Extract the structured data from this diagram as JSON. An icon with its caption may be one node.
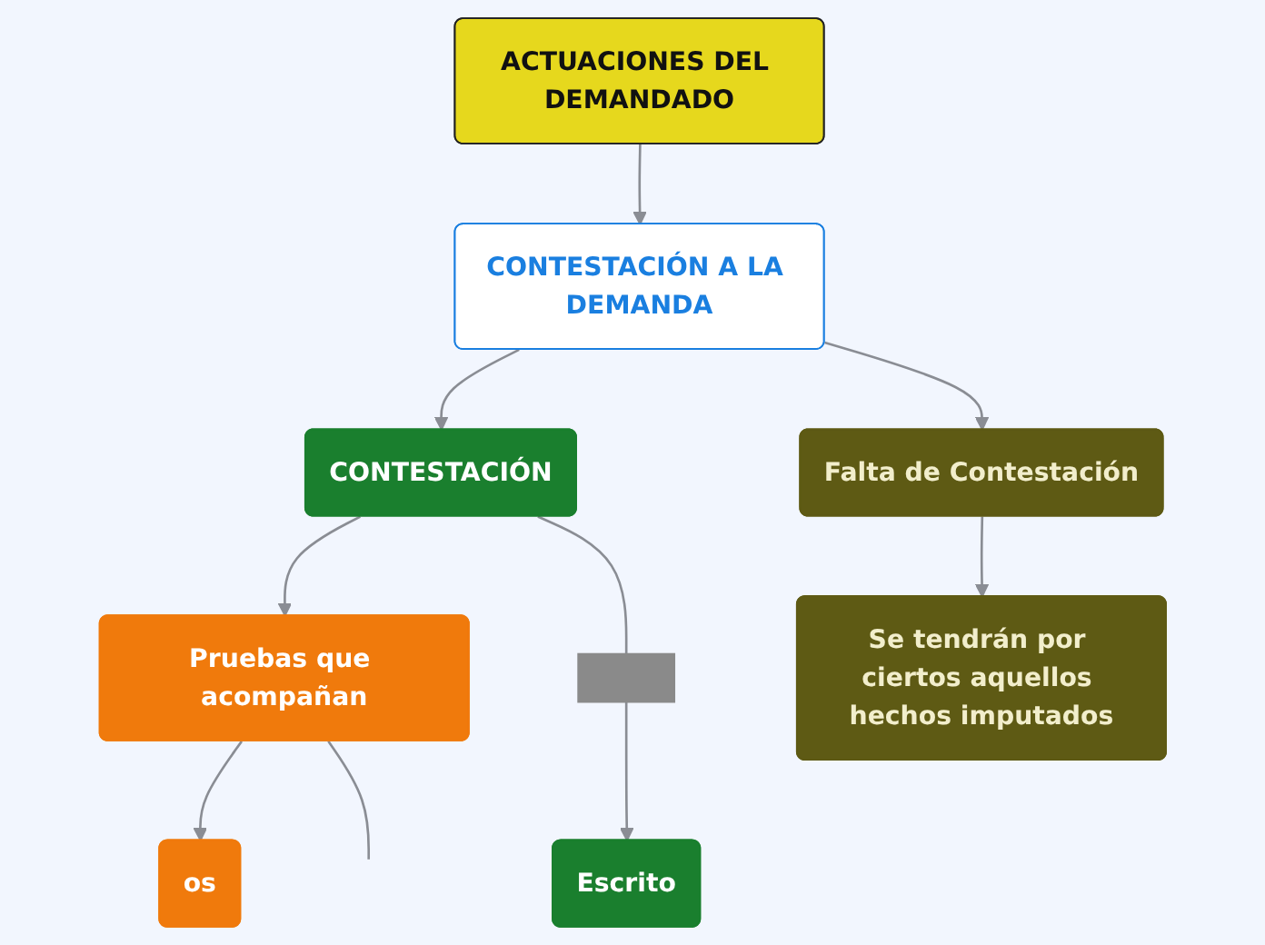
{
  "diagram": {
    "nodes": [
      {
        "text": [
          "ACTUACIONES DEL DEMANDADO"
        ]
      },
      {
        "text": [
          "CONTESTACIÓN A LA DEMANDA"
        ]
      },
      {
        "text": [
          "CONTESTACIÓN"
        ]
      },
      {
        "text": [
          "Pruebas que acompañan"
        ]
      },
      {
        "text": [
          "os"
        ]
      },
      {
        "text": [],
        "shape": "box"
      },
      {
        "text": [
          "Escrito"
        ]
      },
      {
        "text": [
          "Falta de Contestación"
        ]
      },
      {
        "text": [
          "Se tendrán por ciertos aquellos hechos imputados"
        ]
      }
    ],
    "edges": [
      {
        "from": 0,
        "to": 1,
        "arrow": "to"
      },
      {
        "from": 1,
        "to": 2,
        "arrow": "to"
      },
      {
        "from": 1,
        "to": 7,
        "arrow": "to"
      },
      {
        "from": 2,
        "to": 3,
        "arrow": "to"
      },
      {
        "from": 3,
        "to": 4,
        "arrow": "to"
      },
      {
        "from": 3,
        "to": null,
        "arrow": "none"
      },
      {
        "from": 2,
        "to": 5,
        "arrow": "none"
      },
      {
        "from": 5,
        "to": 6,
        "arrow": "to"
      },
      {
        "from": 7,
        "to": 8,
        "arrow": "to"
      }
    ]
  }
}
